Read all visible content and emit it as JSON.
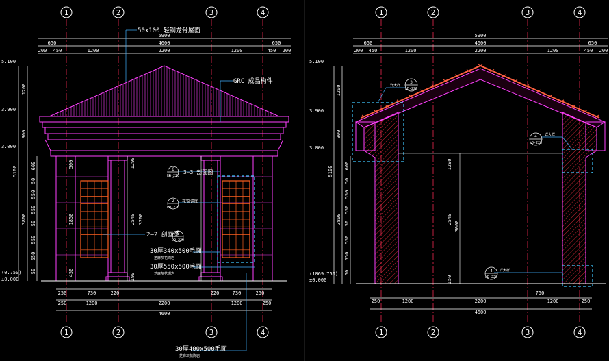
{
  "colors": {
    "background": "#000000",
    "grid_axis": "#c02040",
    "dimension": "#ffffff",
    "outline": "#ff40ff",
    "leader": "#40b0ff",
    "callout": "#ffffff",
    "window": "#ff6020",
    "hatch": "#ff3040",
    "roof_tile": "#ff6040",
    "cyan_box": "#40c8ff",
    "text": "#ffffff",
    "level_mark": "#4080ff"
  },
  "axis_labels": [
    "1",
    "2",
    "3",
    "4"
  ],
  "left_view": {
    "top_dims_row1": [
      "5900"
    ],
    "top_dims_row2": [
      "650",
      "4600",
      "650"
    ],
    "top_dims_row3": [
      "200",
      "450",
      "1200",
      "2200",
      "1200",
      "450",
      "200"
    ],
    "bottom_dims_row1": [
      "250",
      "730",
      "220",
      "220",
      "730",
      "250"
    ],
    "bottom_dims_row2": [
      "250",
      "1200",
      "2200",
      "1200",
      "250"
    ],
    "bottom_dims_row3": [
      "4600"
    ],
    "left_dims_outer": [
      "5100"
    ],
    "left_dims_mid": [
      "1200",
      "900",
      "3800"
    ],
    "left_dims_inner": [
      "600",
      "50",
      "550",
      "550",
      "50",
      "550",
      "550",
      "50"
    ],
    "col_dims_left": [
      "500",
      "1850",
      "450"
    ],
    "col_dims_mid": [
      "1290",
      "2540",
      "3200",
      "190"
    ],
    "levels_left": [
      "5.100",
      "3.900",
      "3.000",
      "(0.750)",
      "±0.000"
    ],
    "callouts": {
      "top": "50x100 轻钢龙骨屋面",
      "grc": "GRC 成品构件",
      "section33": "3—3 剖面图",
      "detail6_num": "6",
      "detail6_ref": "LD-220",
      "detail2_num": "2",
      "detail2_ref": "LD-220",
      "detail2_txt": "花窗详图",
      "section22": "2—2 剖面图",
      "detail5_num": "5",
      "detail5_ref": "LD-220",
      "bolt1": "30厚340x500毛面",
      "bolt1_sub": "芝麻灰花岗岩",
      "bolt2": "30厚550x500毛面",
      "bolt2_sub": "芝麻灰花岗岩",
      "bolt3": "30厚400x500毛面",
      "bolt3_sub": "芝麻灰花岗岩"
    }
  },
  "right_view": {
    "top_dims_row1": [
      "5900"
    ],
    "top_dims_row2": [
      "650",
      "4600",
      "650"
    ],
    "top_dims_row3": [
      "200",
      "450",
      "1200",
      "2200",
      "1200",
      "450",
      "200"
    ],
    "bottom_dims_row1": [
      "250",
      "1200",
      "2200",
      "750",
      "1200",
      "250"
    ],
    "bottom_dims_row2": [
      "4600"
    ],
    "levels": [
      "5.100",
      "3.900",
      "3.000",
      "(1069.750)",
      "±0.000"
    ],
    "left_dims_outer": [
      "5100"
    ],
    "left_dims_mid": [
      "1200",
      "900",
      "3800"
    ],
    "left_dims_inner": [
      "600",
      "50",
      "550",
      "550",
      "50",
      "550",
      "550",
      "50"
    ],
    "col_dims": [
      "1290",
      "2540",
      "3000",
      "150"
    ],
    "callouts": {
      "d3_num": "3",
      "d3_ref": "LD-220",
      "d3_txt": "详大样",
      "d4a_num": "4",
      "d4a_ref": "LD-220",
      "d4a_txt": "详大样",
      "d4b_num": "4",
      "d4b_ref": "LD-220",
      "d4b_txt": "详大样"
    }
  }
}
